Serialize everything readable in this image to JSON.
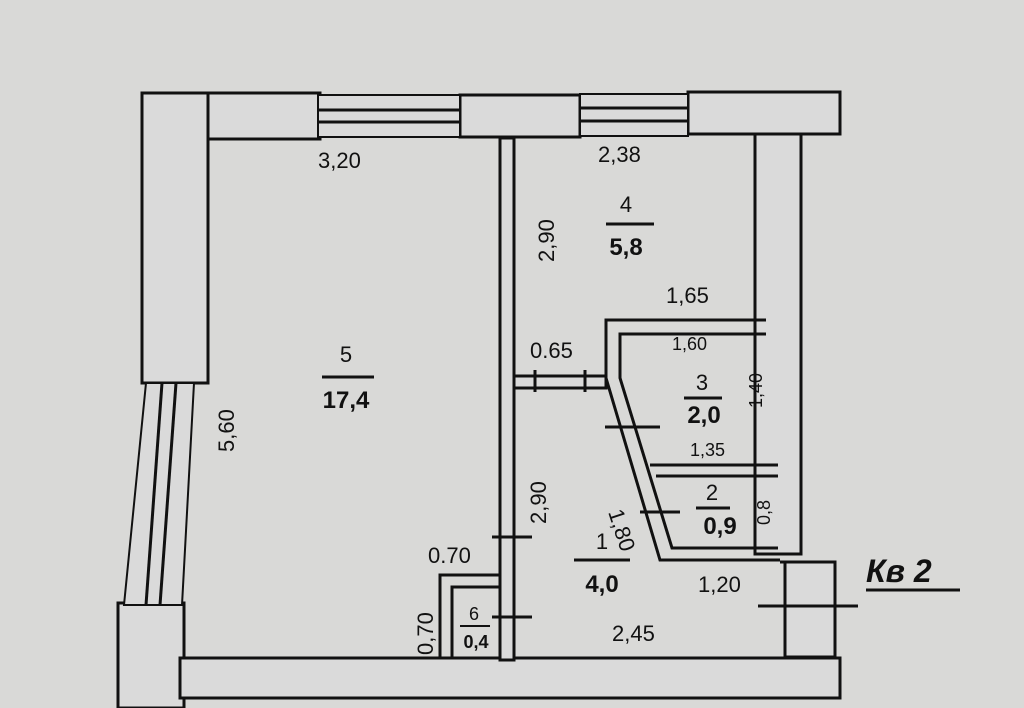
{
  "apartment_label": "Кв 2",
  "rooms": [
    {
      "number": "5",
      "area": "17,4"
    },
    {
      "number": "4",
      "area": "5,8"
    },
    {
      "number": "3",
      "area": "2,0"
    },
    {
      "number": "2",
      "area": "0,9"
    },
    {
      "number": "1",
      "area": "4,0"
    },
    {
      "number": "6",
      "area": "0,4"
    }
  ],
  "dimensions": {
    "room5_width": "3,20",
    "room5_length": "5,60",
    "room4_width": "2,38",
    "room4_length": "2,90",
    "room3_outer_width": "1,65",
    "room3_width": "1,60",
    "room3_length": "1,40",
    "doorway": "0.65",
    "corridor_diag": "1,80",
    "room2_width": "1,35",
    "room2_length": "0,8",
    "room1_length": "2,90",
    "room1_width": "2,45",
    "entrance_width": "1,20",
    "room6_width": "0.70",
    "room6_length": "0,70"
  }
}
